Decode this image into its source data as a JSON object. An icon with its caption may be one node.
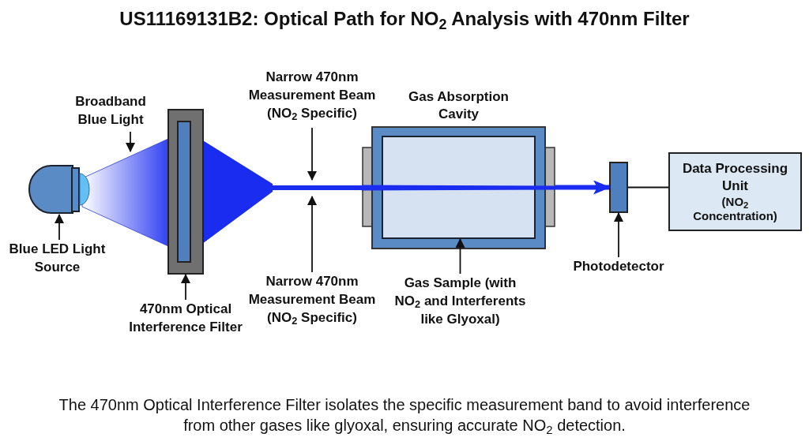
{
  "diagram": {
    "title": "US11169131B2: Optical Path for NO$_{2}$ Analysis with 470nm Filter",
    "caption": "The 470nm Optical Interference Filter isolates the specific measurement band to avoid interference from other gases like glyoxal, ensuring accurate NO$_{2}$ detection.",
    "nodes": [
      {
        "text": [],
        "shape": "box"
      },
      {
        "text": [
          "Blue LED Light Source"
        ]
      },
      {
        "text": [
          "Broadband Blue Light"
        ]
      },
      {
        "text": [],
        "shape": "box"
      },
      {
        "text": [
          "470nm Optical Interference Filter"
        ]
      },
      {
        "text": [
          "Narrow 470nm Measurement Beam (NO$_{2}$ Specific)"
        ]
      },
      {
        "text": [
          "Narrow 470nm Measurement Beam (NO$_{2}$ Specific)"
        ]
      },
      {
        "text": [
          "Gas Absorption Cavity"
        ]
      },
      {
        "text": [],
        "shape": "box",
        "in": 7
      },
      {
        "text": [
          "Gas Sample (with NO$_{2}$ and Interferents like Glyoxal)"
        ]
      },
      {
        "text": [],
        "shape": "box"
      },
      {
        "text": [
          "Photodetector"
        ]
      },
      {
        "text": [
          "Data Processing Unit",
          "(NO$_{2}$ Concentration)"
        ]
      }
    ],
    "edges": [
      {
        "from": 1,
        "to": 0,
        "arrow": "to"
      },
      {
        "from": 2,
        "to": null,
        "arrow": "to"
      },
      {
        "from": 4,
        "to": 3,
        "arrow": "to"
      },
      {
        "from": 5,
        "to": null,
        "arrow": "to"
      },
      {
        "from": 6,
        "to": null,
        "arrow": "to"
      },
      {
        "from": 9,
        "to": 8,
        "arrow": "to"
      },
      {
        "from": 11,
        "to": 10,
        "arrow": "to"
      },
      {
        "from": 3,
        "to": 7,
        "arrow": "none",
        "style": "thick",
        "color": "#1a2cf0"
      },
      {
        "from": 7,
        "to": 10,
        "arrow": "to",
        "style": "thick",
        "color": "#1a2cf0"
      },
      {
        "from": 10,
        "to": 12,
        "arrow": "none"
      }
    ]
  }
}
